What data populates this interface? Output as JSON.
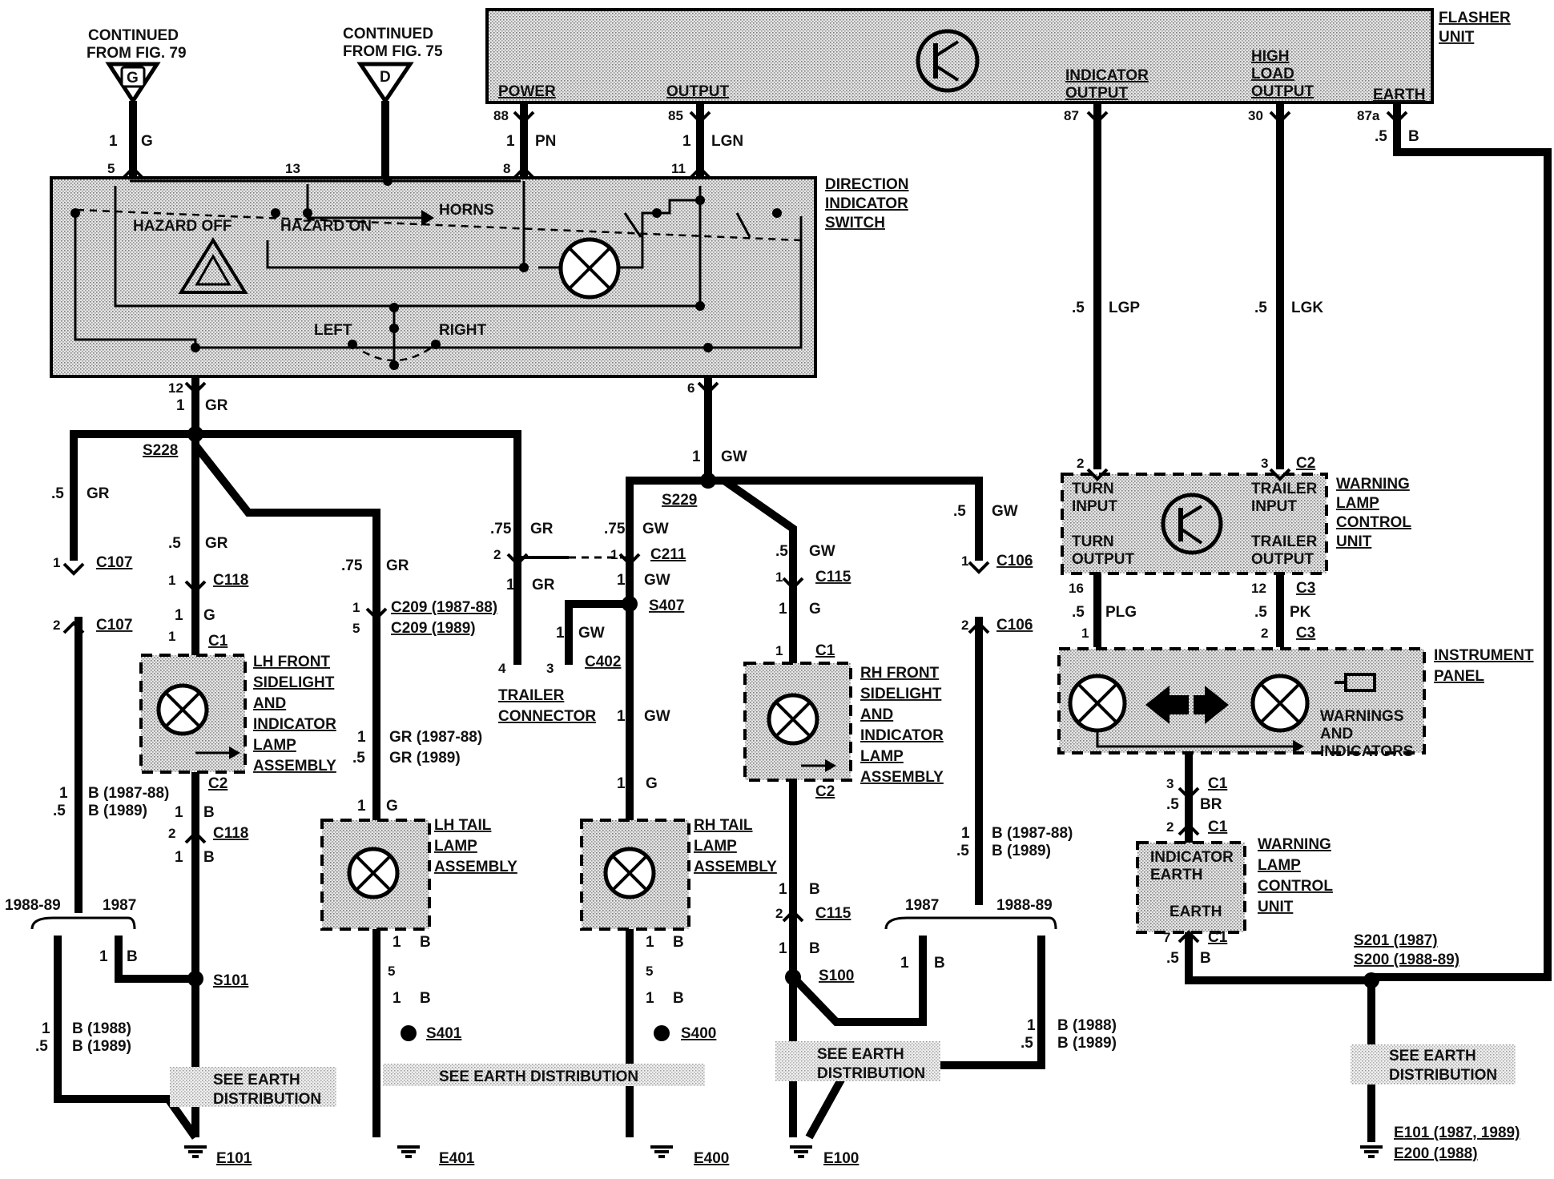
{
  "flasher": {
    "title_line1": "FLASHER",
    "title_line2": "UNIT",
    "power": "POWER",
    "output": "OUTPUT",
    "indicator_output_1": "INDICATOR",
    "indicator_output_2": "OUTPUT",
    "high_load_1": "HIGH",
    "high_load_2": "LOAD",
    "high_load_3": "OUTPUT",
    "earth": "EARTH",
    "pins": {
      "power": "88",
      "output": "85",
      "indicator": "87",
      "high_load": "30",
      "earth": "87a"
    }
  },
  "continued": {
    "g_line1": "CONTINUED",
    "g_line2": "FROM FIG. 79",
    "g_letter": "G",
    "d_line1": "CONTINUED",
    "d_line2": "FROM FIG. 75",
    "d_letter": "D"
  },
  "switch": {
    "title_line1": "DIRECTION",
    "title_line2": "INDICATOR",
    "title_line3": "SWITCH",
    "hazard_off": "HAZARD OFF",
    "hazard_on": "HAZARD ON",
    "horns": "HORNS",
    "left": "LEFT",
    "right": "RIGHT",
    "pins": {
      "p5": "5",
      "p13": "13",
      "p8": "8",
      "p11": "11",
      "p12": "12",
      "p6": "6"
    }
  },
  "wires": {
    "g_wire": [
      "1",
      "G"
    ],
    "pn_wire": [
      "1",
      "PN"
    ],
    "lgn_wire": [
      "1",
      "LGN"
    ],
    "b_flasher": [
      ".5",
      "B"
    ],
    "lgp_wire": [
      ".5",
      "LGP"
    ],
    "lgk_wire": [
      ".5",
      "LGK"
    ],
    "gr_main": [
      "1",
      "GR"
    ],
    "gw_main": [
      "1",
      "GW"
    ],
    "gr_c107": [
      ".5",
      "GR"
    ],
    "gr_c118": [
      ".5",
      "GR"
    ],
    "gr_c209": [
      ".75",
      "GR"
    ],
    "gr_trailer": [
      ".75",
      "GR"
    ],
    "gw_c211": [
      ".75",
      "GW"
    ],
    "gw_c115": [
      ".5",
      "GW"
    ],
    "gw_c106": [
      ".5",
      "GW"
    ],
    "g_c118": [
      "1",
      "G"
    ],
    "g_c115": [
      "1",
      "G"
    ],
    "gr_c211b": [
      "1",
      "GR"
    ],
    "gw_c211b": [
      "1",
      "GW"
    ],
    "gw_c402": [
      "1",
      "GW"
    ],
    "gw_s407": [
      "1",
      "GW"
    ],
    "g_rh_tail": [
      "1",
      "G"
    ],
    "g_lh_tail": [
      "1",
      "G"
    ],
    "b_c118": [
      "1",
      "B"
    ],
    "b_c118b": [
      "1",
      "B"
    ],
    "b_lh_tail_a": [
      "1",
      "B"
    ],
    "b_lh_tail_b": [
      "1",
      "B"
    ],
    "b_rh_tail_a": [
      "1",
      "B"
    ],
    "b_rh_tail_b": [
      "1",
      "B"
    ],
    "b_c115_a": [
      "1",
      "B"
    ],
    "b_c115_b": [
      "1",
      "B"
    ],
    "b_s100": [
      "1",
      "B"
    ],
    "b_s101": [
      "1",
      "B"
    ],
    "plg": [
      ".5",
      "PLG"
    ],
    "pk": [
      ".5",
      "PK"
    ],
    "br": [
      ".5",
      "BR"
    ],
    "b_wlcu": [
      ".5",
      "B"
    ],
    "gr_1987_88": [
      "1",
      "GR (1987-88)"
    ],
    "gr_1989": [
      ".5",
      "GR (1989)"
    ],
    "b_c107_1987_88": [
      "1",
      "B (1987-88)"
    ],
    "b_c107_1989": [
      ".5",
      "B (1989)"
    ],
    "b_c106_1987_88": [
      "1",
      "B (1987-88)"
    ],
    "b_c106_1989": [
      ".5",
      "B (1989)"
    ],
    "b_e101_1988": [
      "1",
      "B (1988)"
    ],
    "b_e101_1989": [
      ".5",
      "B (1989)"
    ],
    "b_e100_1988": [
      "1",
      "B (1988)"
    ],
    "b_e100_1989": [
      ".5",
      "B (1989)"
    ]
  },
  "connectors": {
    "c107_top": "C107",
    "c107_bot": "C107",
    "c118_top": "C118",
    "c118_bot": "C118",
    "c209_a": "C209 (1987-88)",
    "c209_b": "C209 (1989)",
    "c211": "C211",
    "c402": "C402",
    "c115_top": "C115",
    "c115_bot": "C115",
    "c106_top": "C106",
    "c106_bot": "C106",
    "c1_lh": "C1",
    "c2_lh": "C2",
    "c1_rh": "C1",
    "c2_rh": "C2",
    "c2_wl": "C2",
    "c3_wl": "C3",
    "c3_ip": "C3",
    "c1_ip": "C1",
    "c1_ie": "C1",
    "c1_ie2": "C1",
    "pin_2": "2",
    "pin_3": "3",
    "pin_16": "16",
    "pin_12": "12",
    "pin_1": "1",
    "pin_2b": "2",
    "pin_3b": "3",
    "pin_2c": "2",
    "pin_7": "7",
    "pin_c107a": "1",
    "pin_c107b": "2",
    "pin_c118a": "1",
    "pin_c118b": "2",
    "pin_c209a": "1",
    "pin_c209b": "5",
    "pin_c211a": "2",
    "pin_c211b": "1",
    "pin_c402a": "4",
    "pin_c402b": "3",
    "pin_c115a": "1",
    "pin_c115b": "2",
    "pin_c106a": "1",
    "pin_c106b": "2",
    "pin_lh_tail": "5",
    "pin_rh_tail": "5",
    "pin_c1_lh": "1",
    "pin_c1_rh": "1"
  },
  "splices": {
    "s228": "S228",
    "s229": "S229",
    "s407": "S407",
    "s101": "S101",
    "s401": "S401",
    "s400": "S400",
    "s100": "S100",
    "s201": "S201 (1987)",
    "s200": "S200 (1988-89)"
  },
  "years": {
    "y_left_a": "1988-89",
    "y_left_b": "1987",
    "y_right_a": "1987",
    "y_right_b": "1988-89"
  },
  "components": {
    "lh_front": [
      "LH FRONT",
      "SIDELIGHT",
      "AND",
      "INDICATOR",
      "LAMP",
      "ASSEMBLY"
    ],
    "rh_front": [
      "RH FRONT",
      "SIDELIGHT",
      "AND",
      "INDICATOR",
      "LAMP",
      "ASSEMBLY"
    ],
    "lh_tail": [
      "LH TAIL",
      "LAMP",
      "ASSEMBLY"
    ],
    "rh_tail": [
      "RH TAIL",
      "LAMP",
      "ASSEMBLY"
    ],
    "trailer": [
      "TRAILER",
      "CONNECTOR"
    ],
    "wlcu": [
      "WARNING",
      "LAMP",
      "CONTROL",
      "UNIT"
    ],
    "wlcu_in_turn": [
      "TURN",
      "INPUT"
    ],
    "wlcu_in_trailer": [
      "TRAILER",
      "INPUT"
    ],
    "wlcu_out_turn": [
      "TURN",
      "OUTPUT"
    ],
    "wlcu_out_trailer": [
      "TRAILER",
      "OUTPUT"
    ],
    "instrument": [
      "INSTRUMENT",
      "PANEL"
    ],
    "warnings": [
      "WARNINGS",
      "AND",
      "INDICATORS"
    ],
    "ind_earth": [
      "INDICATOR",
      "EARTH"
    ],
    "ind_earth2": "EARTH",
    "wlcu2": [
      "WARNING",
      "LAMP",
      "CONTROL",
      "UNIT"
    ]
  },
  "earth": {
    "see1": [
      "SEE EARTH",
      "DISTRIBUTION"
    ],
    "see2": "SEE EARTH DISTRIBUTION",
    "see3": [
      "SEE EARTH",
      "DISTRIBUTION"
    ],
    "see4": [
      "SEE EARTH",
      "DISTRIBUTION"
    ],
    "e101": "E101",
    "e401": "E401",
    "e400": "E400",
    "e100": "E100",
    "e101b": "E101 (1987, 1989)",
    "e200": "E200 (1988)"
  }
}
